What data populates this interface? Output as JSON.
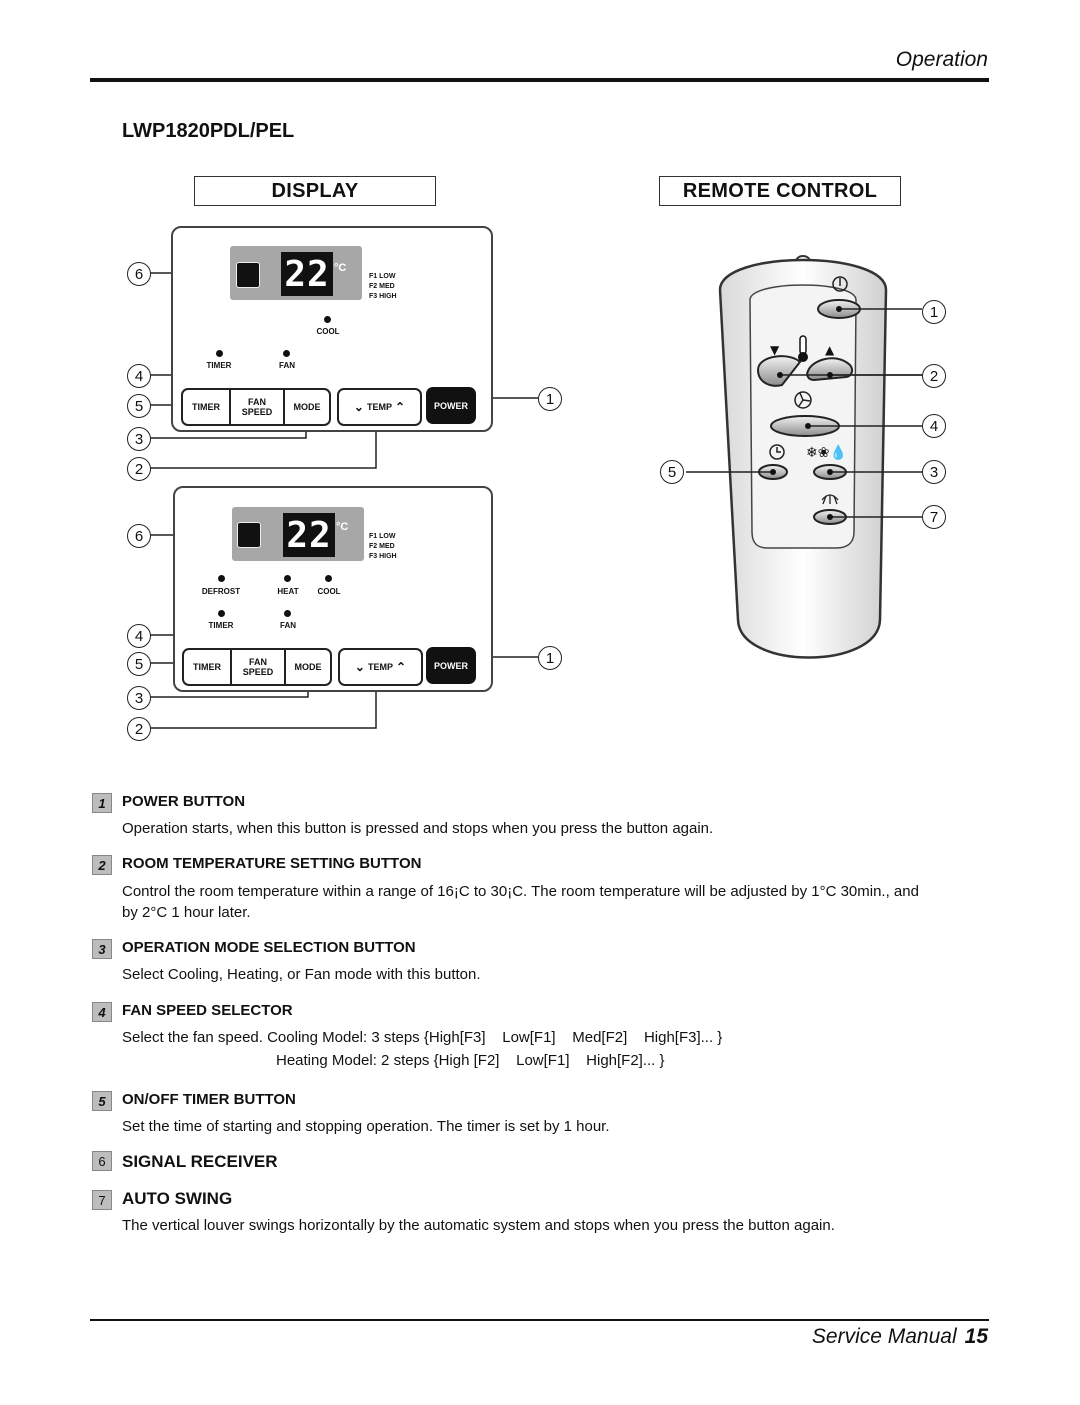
{
  "header": {
    "section": "Operation"
  },
  "model": "LWP1820PDL/PEL",
  "titles": {
    "display": "DISPLAY",
    "remote": "REMOTE CONTROL"
  },
  "panel1": {
    "temp": "22",
    "unit": "°C",
    "fan_levels": [
      "F1 LOW",
      "F2 MED",
      "F3 HIGH"
    ],
    "indicators": [
      "COOL",
      "TIMER",
      "FAN"
    ],
    "buttons": {
      "timer": "TIMER",
      "fan": "FAN",
      "speed": "SPEED",
      "mode": "MODE",
      "temp": "TEMP",
      "power": "POWER"
    }
  },
  "panel2": {
    "temp": "22",
    "unit": "°C",
    "fan_levels": [
      "F1 LOW",
      "F2 MED",
      "F3 HIGH"
    ],
    "indicators": [
      "DEFROST",
      "HEAT",
      "COOL",
      "TIMER",
      "FAN"
    ],
    "buttons": {
      "timer": "TIMER",
      "fan": "FAN",
      "speed": "SPEED",
      "mode": "MODE",
      "temp": "TEMP",
      "power": "POWER"
    }
  },
  "callouts": [
    "1",
    "2",
    "3",
    "4",
    "5",
    "6",
    "7"
  ],
  "sections": [
    {
      "num": "1",
      "title": "POWER BUTTON",
      "text": "Operation starts, when this button is pressed and stops when you press the button again."
    },
    {
      "num": "2",
      "title": "ROOM TEMPERATURE SETTING BUTTON",
      "text": "Control the room temperature within a range of 16¡C to 30¡C. The room temperature will be adjusted by 1°C 30min., and",
      "text2": "by 2°C 1 hour later."
    },
    {
      "num": "3",
      "title": "OPERATION MODE SELECTION BUTTON",
      "text": "Select Cooling, Heating, or Fan mode with this button."
    },
    {
      "num": "4",
      "title": "FAN SPEED SELECTOR",
      "text": "Select the fan speed. Cooling Model: 3 steps {High[F3]    Low[F1]    Med[F2]    High[F3]... }",
      "text2": "Heating Model: 2 steps {High [F2]    Low[F1]    High[F2]... }"
    },
    {
      "num": "5",
      "title": "ON/OFF TIMER BUTTON",
      "text": "Set the time of starting and stopping operation. The timer is set by 1 hour."
    },
    {
      "num": "6",
      "title": "SIGNAL RECEIVER"
    },
    {
      "num": "7",
      "title": "AUTO SWING",
      "text": "The vertical louver swings horizontally by the automatic system and stops when you press the button again."
    }
  ],
  "footer": {
    "label": "Service Manual",
    "page": "15"
  }
}
